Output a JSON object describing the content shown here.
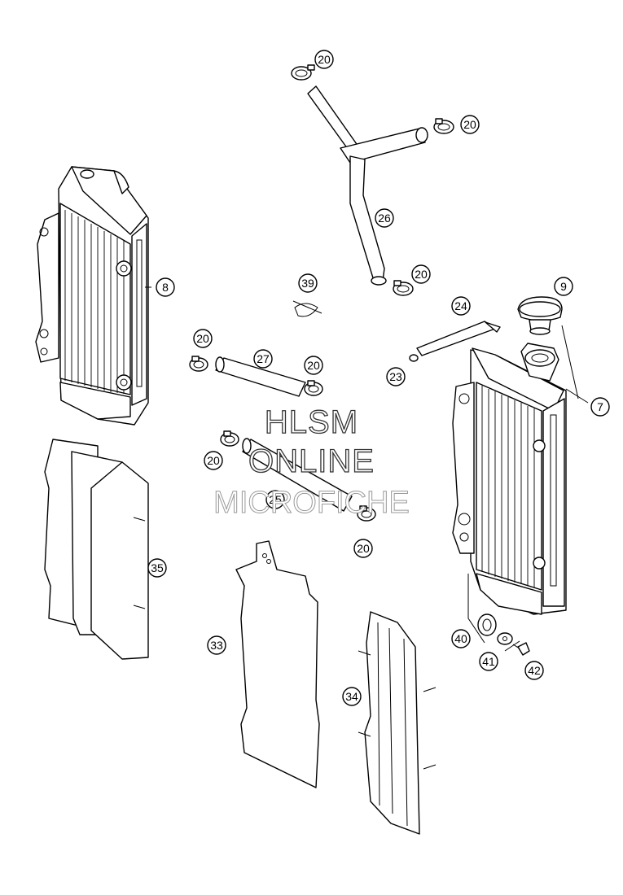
{
  "watermark": {
    "line1": "HLSM",
    "line2": "ONLINE",
    "line3": "MICROFICHE"
  },
  "callouts": [
    {
      "id": "c20a",
      "label": "20"
    },
    {
      "id": "c20b",
      "label": "20"
    },
    {
      "id": "c26",
      "label": "26"
    },
    {
      "id": "c20c",
      "label": "20"
    },
    {
      "id": "c8",
      "label": "8"
    },
    {
      "id": "c39",
      "label": "39"
    },
    {
      "id": "c9",
      "label": "9"
    },
    {
      "id": "c24",
      "label": "24"
    },
    {
      "id": "c20d",
      "label": "20"
    },
    {
      "id": "c27",
      "label": "27"
    },
    {
      "id": "c20e",
      "label": "20"
    },
    {
      "id": "c23",
      "label": "23"
    },
    {
      "id": "c7",
      "label": "7"
    },
    {
      "id": "c20f",
      "label": "20"
    },
    {
      "id": "c25",
      "label": "25"
    },
    {
      "id": "c20g",
      "label": "20"
    },
    {
      "id": "c35",
      "label": "35"
    },
    {
      "id": "c33",
      "label": "33"
    },
    {
      "id": "c40",
      "label": "40"
    },
    {
      "id": "c41",
      "label": "41"
    },
    {
      "id": "c42",
      "label": "42"
    },
    {
      "id": "c34",
      "label": "34"
    }
  ]
}
